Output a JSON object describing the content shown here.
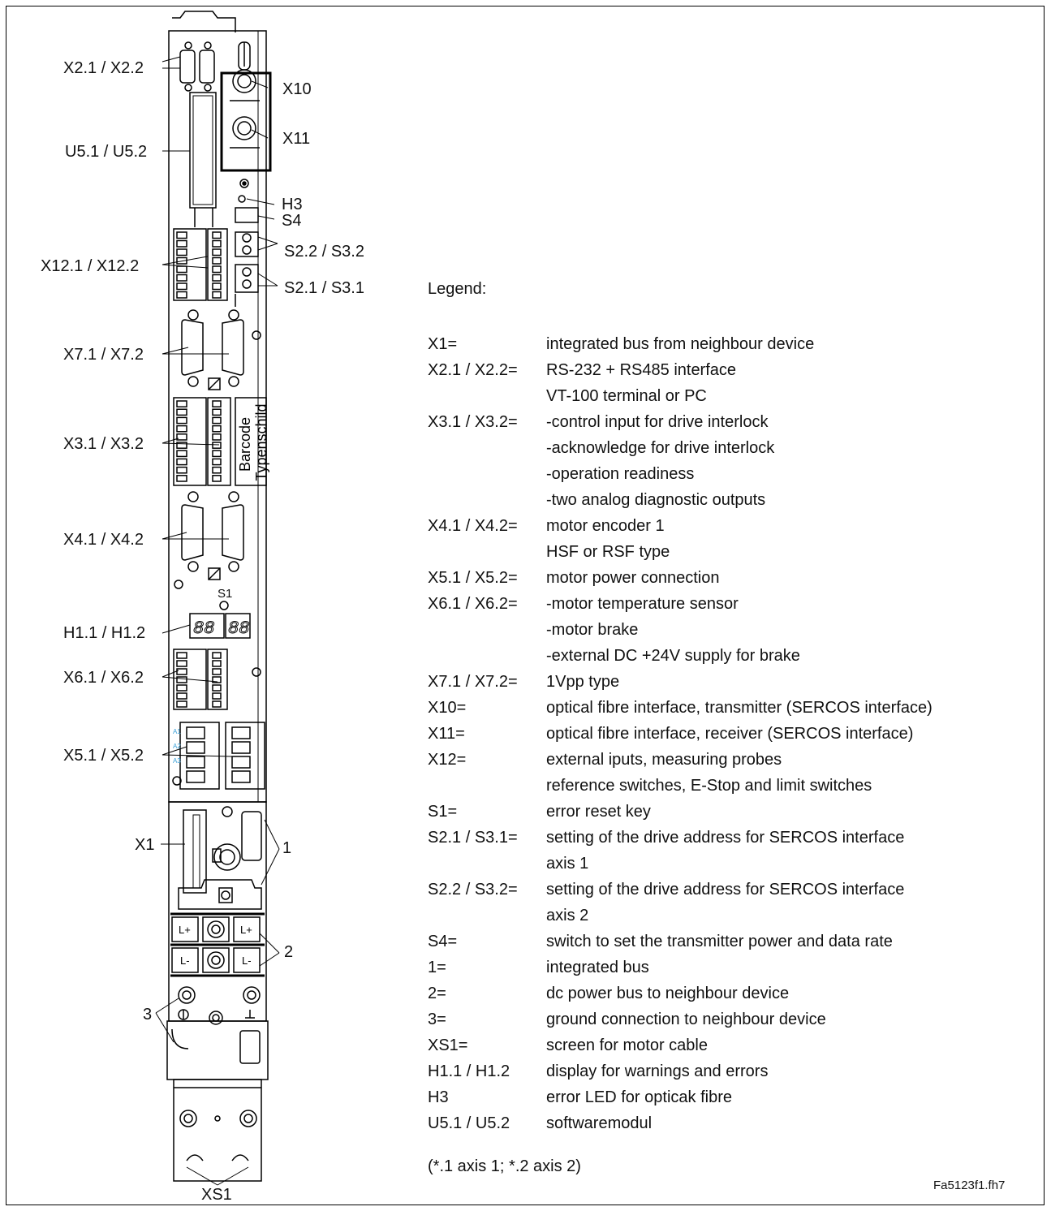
{
  "callouts": {
    "x2": "X2.1 / X2.2",
    "x10": "X10",
    "x11": "X11",
    "u5": "U5.1 / U5.2",
    "h3": "H3",
    "s4": "S4",
    "s22": "S2.2 / S3.2",
    "x12": "X12.1 / X12.2",
    "s21": "S2.1 / S3.1",
    "x7": "X7.1 / X7.2",
    "x3": "X3.1 / X3.2",
    "x4": "X4.1 / X4.2",
    "s1": "S1",
    "h1": "H1.1 / H1.2",
    "x6": "X6.1 / X6.2",
    "x5": "X5.1 / X5.2",
    "x1": "X1",
    "n1": "1",
    "n2": "2",
    "n3": "3",
    "xs1": "XS1"
  },
  "device_text": {
    "nameplate_line1": "Barcode",
    "nameplate_line2": "Typenschild",
    "lplus": "L+",
    "lminus": "L-",
    "a1": "A1",
    "a2": "A2",
    "a3": "A3"
  },
  "legend": {
    "title": "Legend:",
    "items": [
      {
        "key": "X1=",
        "desc": "integrated bus from neighbour device"
      },
      {
        "key": "X2.1 / X2.2=",
        "desc": "RS-232 + RS485 interface"
      },
      {
        "key": "",
        "desc": "VT-100 terminal or PC"
      },
      {
        "key": "X3.1 / X3.2=",
        "desc": "-control input for drive interlock"
      },
      {
        "key": "",
        "desc": "-acknowledge for drive interlock"
      },
      {
        "key": "",
        "desc": "-operation readiness"
      },
      {
        "key": "",
        "desc": "-two analog diagnostic outputs"
      },
      {
        "key": "X4.1 / X4.2=",
        "desc": "motor encoder 1"
      },
      {
        "key": "",
        "desc": "HSF or RSF type"
      },
      {
        "key": "X5.1 / X5.2=",
        "desc": "motor power connection"
      },
      {
        "key": "X6.1 / X6.2=",
        "desc": "-motor temperature sensor"
      },
      {
        "key": "",
        "desc": "-motor brake"
      },
      {
        "key": "",
        "desc": "-external DC +24V supply for brake"
      },
      {
        "key": "X7.1 / X7.2=",
        "desc": "1Vpp type"
      },
      {
        "key": "X10=",
        "desc": "optical fibre interface, transmitter (SERCOS interface)"
      },
      {
        "key": "X11=",
        "desc": "optical fibre interface, receiver (SERCOS interface)"
      },
      {
        "key": "X12=",
        "desc": "external iputs, measuring probes"
      },
      {
        "key": "",
        "desc": "reference switches, E-Stop and limit switches"
      },
      {
        "key": "S1=",
        "desc": "error reset key"
      },
      {
        "key": "S2.1 / S3.1=",
        "desc": "setting of the drive address for SERCOS interface"
      },
      {
        "key": "",
        "desc": "axis 1"
      },
      {
        "key": "S2.2 / S3.2=",
        "desc": "setting of the drive address for SERCOS interface"
      },
      {
        "key": "",
        "desc": "axis 2"
      },
      {
        "key": "S4=",
        "desc": "switch to set the transmitter power and data rate"
      },
      {
        "key": "1=",
        "desc": "integrated bus"
      },
      {
        "key": "2=",
        "desc": "dc power bus to neighbour device"
      },
      {
        "key": "3=",
        "desc": "ground connection to neighbour device"
      },
      {
        "key": "XS1=",
        "desc": "screen for motor cable"
      },
      {
        "key": "H1.1 / H1.2",
        "desc": "display for warnings and errors"
      },
      {
        "key": "H3",
        "desc": "error LED for opticak fibre"
      },
      {
        "key": "U5.1 / U5.2",
        "desc": "softwaremodul"
      }
    ],
    "note": "(*.1 axis 1; *.2 axis 2)"
  },
  "figure_id": "Fa5123f1.fh7"
}
